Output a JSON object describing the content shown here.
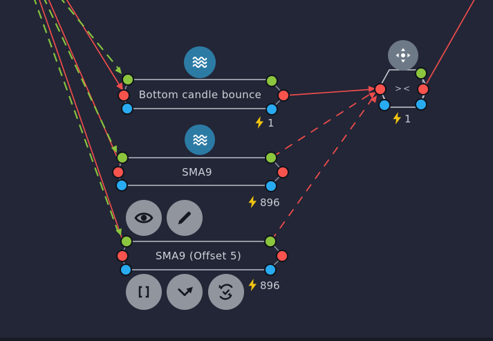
{
  "app": {
    "background": "#222636",
    "view": "strategy-node-editor-canvas"
  },
  "colors": {
    "port_green": "#8cc63e",
    "port_red": "#f9534d",
    "port_blue": "#29abf1",
    "edge_red": "#ef4c4c",
    "edge_green": "#87c43f",
    "node_line": "#a7adb8",
    "icon_circle_teal": "#2c7ba5",
    "button_gray": "#90959e",
    "bolt_gold": "#f2c40f"
  },
  "nodes": {
    "bottom_candle_bounce": {
      "label": "Bottom candle bounce",
      "count": "1",
      "type_icon": "waves-icon"
    },
    "sma9": {
      "label": "SMA9",
      "count": "896",
      "type_icon": "waves-icon"
    },
    "sma9_offset": {
      "label": "SMA9 (Offset 5)",
      "count": "896"
    },
    "comparator": {
      "label": "><",
      "count": "1",
      "handle_icon": "move-icon"
    }
  },
  "offset_node_toolbar": {
    "top": [
      "eye-icon",
      "pencil-icon"
    ],
    "bottom": [
      "brackets-icon",
      "zigzag-arrow-icon",
      "sync-check-icon"
    ]
  },
  "edges": {
    "incoming_solid_red": 3,
    "incoming_dashed_green": 3,
    "to_comparator_solid": 1,
    "to_comparator_dashed": 2,
    "outgoing_solid_red": 1
  }
}
